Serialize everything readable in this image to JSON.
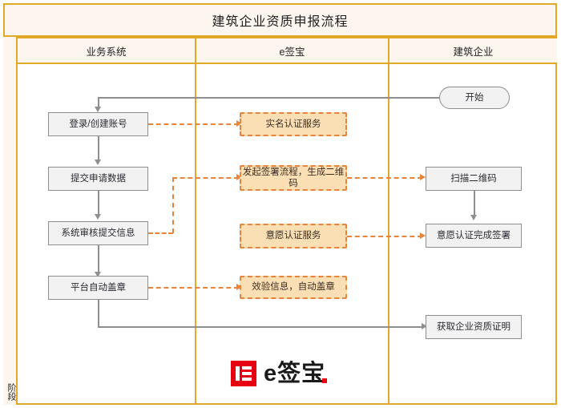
{
  "diagram": {
    "title": "建筑企业资质申报流程",
    "lane_axis_label": "阶段",
    "columns": [
      {
        "id": "business-system",
        "label": "业务系统"
      },
      {
        "id": "esign",
        "label": "e签宝"
      },
      {
        "id": "construction-enterprise",
        "label": "建筑企业"
      }
    ],
    "nodes": {
      "start": "开始",
      "login_create_account": "登录/创建账号",
      "submit_application_data": "提交申请数据",
      "system_review_submitted_info": "系统审核提交信息",
      "platform_auto_seal": "平台自动盖章",
      "real_name_auth_service": "实名认证服务",
      "initiate_sign_flow_qr": "发起签署流程，生成二维码",
      "will_auth_service": "意愿认证服务",
      "verify_info_auto_seal": "效验信息，自动盖章",
      "scan_qr_code": "扫描二维码",
      "will_auth_complete_sign": "意愿认证完成签署",
      "get_qualification_certificate": "获取企业资质证明"
    },
    "logo": {
      "text": "e签宝",
      "mark_color": "#e60012",
      "text_color": "#1a1a1a"
    },
    "colors": {
      "frame": "#e2a929",
      "header_fill": "#fdf6ef",
      "node_gray_fill": "#f2f2f2",
      "node_gray_border": "#8e8e8e",
      "node_orange_fill": "#fbdfb4",
      "node_orange_border": "#e8833a",
      "connector_gray": "#8e8e8e",
      "connector_orange": "#e8833a"
    }
  }
}
